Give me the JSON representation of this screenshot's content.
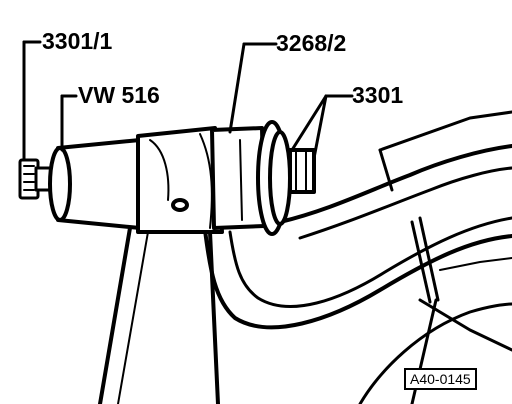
{
  "callouts": {
    "a": "3301/1",
    "b": "VW 516",
    "c": "3268/2",
    "d": "3301"
  },
  "figure_id": "A40-0145",
  "colors": {
    "ink": "#000000",
    "paper": "#ffffff"
  }
}
